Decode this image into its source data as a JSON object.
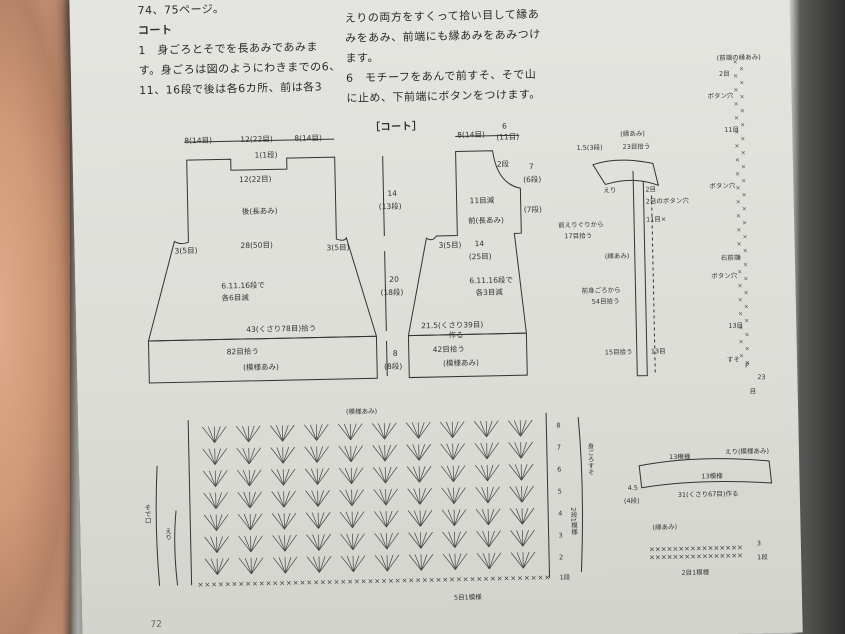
{
  "body_text": {
    "left_line1": "74、75ページ。",
    "left_heading": "コート",
    "left_line3": "1　身ごろとそでを長あみであみま",
    "left_line4": "す。身ごろは図のようにわきまでの6、",
    "left_line5": "11、16段で後は各6カ所、前は各3",
    "right_line1": "えりの両方をすくって拾い目して縁あ",
    "right_line2": "みをあみ、前端にも縁あみをあみつけ",
    "right_line3": "ます。",
    "right_line4": "6　モチーフをあんで前すそ、そで山",
    "right_line5": "に止め、下前端にボタンをつけます。"
  },
  "diagram_title": "［コート］",
  "back_body": {
    "top_widths": [
      "8(14目)",
      "12(22目)",
      "8(14目)"
    ],
    "neck_depth": "1(1段)",
    "neck_width": "12(22目)",
    "name": "後(長あみ)",
    "left_armhole": "3(5目)",
    "right_armhole": "3(5目)",
    "chest": "28(50目)",
    "side_decrease_1": "6.11.16段で",
    "side_decrease_2": "各6目減",
    "hem": "43(くさり78目)拾う",
    "pickup": "82目拾う",
    "pattern": "(模様あみ)"
  },
  "center_dims": {
    "yoke_cm": "14",
    "yoke_rows": "(13段)",
    "skirt_cm": "20",
    "skirt_rows": "(18段)",
    "border_cm": "8",
    "border_rows": "(8段)"
  },
  "front_body": {
    "top_width": "8(14目)",
    "neck_width_cm": "6",
    "neck_width_st": "(11目)",
    "neck_row": "2段",
    "neck_cm": "7",
    "neck_rows": "(6段)",
    "neck_dec": "11目減",
    "neck_rows2": "(7段)",
    "name": "前(長あみ)",
    "armhole": "3(5目)",
    "chest_cm": "14",
    "chest_st": "(25目)",
    "side_decrease_1": "6.11.16段で",
    "side_decrease_2": "各3目減",
    "hem": "21.5(くさり39目)",
    "hem2": "作る",
    "pickup": "42目拾う",
    "pattern": "(模様あみ)"
  },
  "collar_diagram": {
    "border_label": "(縁あみ)",
    "cm": "1.5(3段)",
    "pickup23": "23目拾う",
    "collar": "えり",
    "row2": "2目",
    "button_hole": "2目のボタン穴",
    "from_curve_1": "前えりぐりから",
    "from_curve_2": "17目拾う",
    "eleven": "11目×",
    "border2": "(縁あみ)",
    "from_front_1": "前身ごろから",
    "from_front_2": "54目拾う",
    "fifteen": "15目拾う",
    "thirteen": "13目"
  },
  "edge_chart": {
    "title": "(前端の縁あみ)",
    "r2": "2目",
    "button1": "ボタン穴",
    "r11": "11目",
    "button2": "ボタン穴",
    "right_front": "右前端",
    "button3": "ボタン穴",
    "r13": "13目",
    "hem": "すそ",
    "marker": "P",
    "n23": "23",
    "eye": "目"
  },
  "stitch_chart": {
    "title": "(模様あみ)",
    "rows": [
      "8",
      "7",
      "6",
      "5",
      "4",
      "3",
      "2",
      "1段"
    ],
    "right_label_1": "身ごろすそ",
    "right_label_2": "2段1模様",
    "left_label_1": "そで口",
    "left_label_2": "えり",
    "repeat": "5目1模様"
  },
  "collar_small": {
    "pattern_repeats": "13模様",
    "collar": "えり(模様あみ)",
    "repeats2": "13模様",
    "height_cm": "4.5",
    "height_rows": "(4段)",
    "chain": "31(くさり67目)作る"
  },
  "border_small": {
    "title": "(縁あみ)",
    "rows": "3",
    "row_label": "1段",
    "repeat": "2目1模様"
  },
  "page_number": "72"
}
